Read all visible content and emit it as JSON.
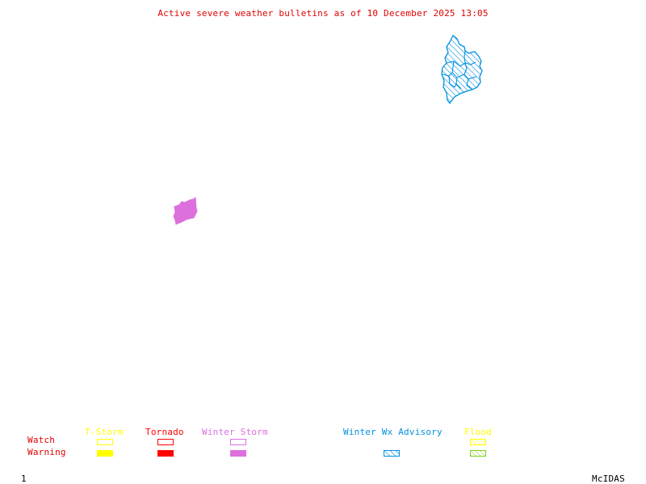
{
  "title": "Active severe weather bulletins as of 10 December 2025 13:05",
  "colors": {
    "title": "#e00000",
    "row_labels": "#e00000",
    "tstorm": "#ffff00",
    "tornado": "#ff0000",
    "winter_storm": "#dd70dd",
    "winter_wx_advisory": "#0090e0",
    "flood_watch": "#ffff00",
    "flood_warning": "#80d020",
    "footer": "#000000"
  },
  "map": {
    "regions": [
      {
        "name": "winter-wx-advisory-region",
        "category": "Winter Wx Advisory",
        "style": "hatched"
      },
      {
        "name": "winter-storm-warning-region",
        "category": "Winter Storm",
        "type": "Warning",
        "style": "filled"
      }
    ]
  },
  "legend": {
    "row_labels": {
      "watch": "Watch",
      "warning": "Warning"
    },
    "categories": [
      {
        "label": "T-Storm",
        "watch": "outline",
        "warning": "filled"
      },
      {
        "label": "Tornado",
        "watch": "outline",
        "warning": "filled"
      },
      {
        "label": "Winter Storm",
        "watch": "outline",
        "warning": "filled"
      },
      {
        "label": "Winter Wx Advisory",
        "watch": "none",
        "warning": "hatched"
      },
      {
        "label": "Flood",
        "watch": "hatched",
        "warning": "hatched"
      }
    ]
  },
  "footer": {
    "frame_number": "1",
    "brand": "McIDAS"
  }
}
